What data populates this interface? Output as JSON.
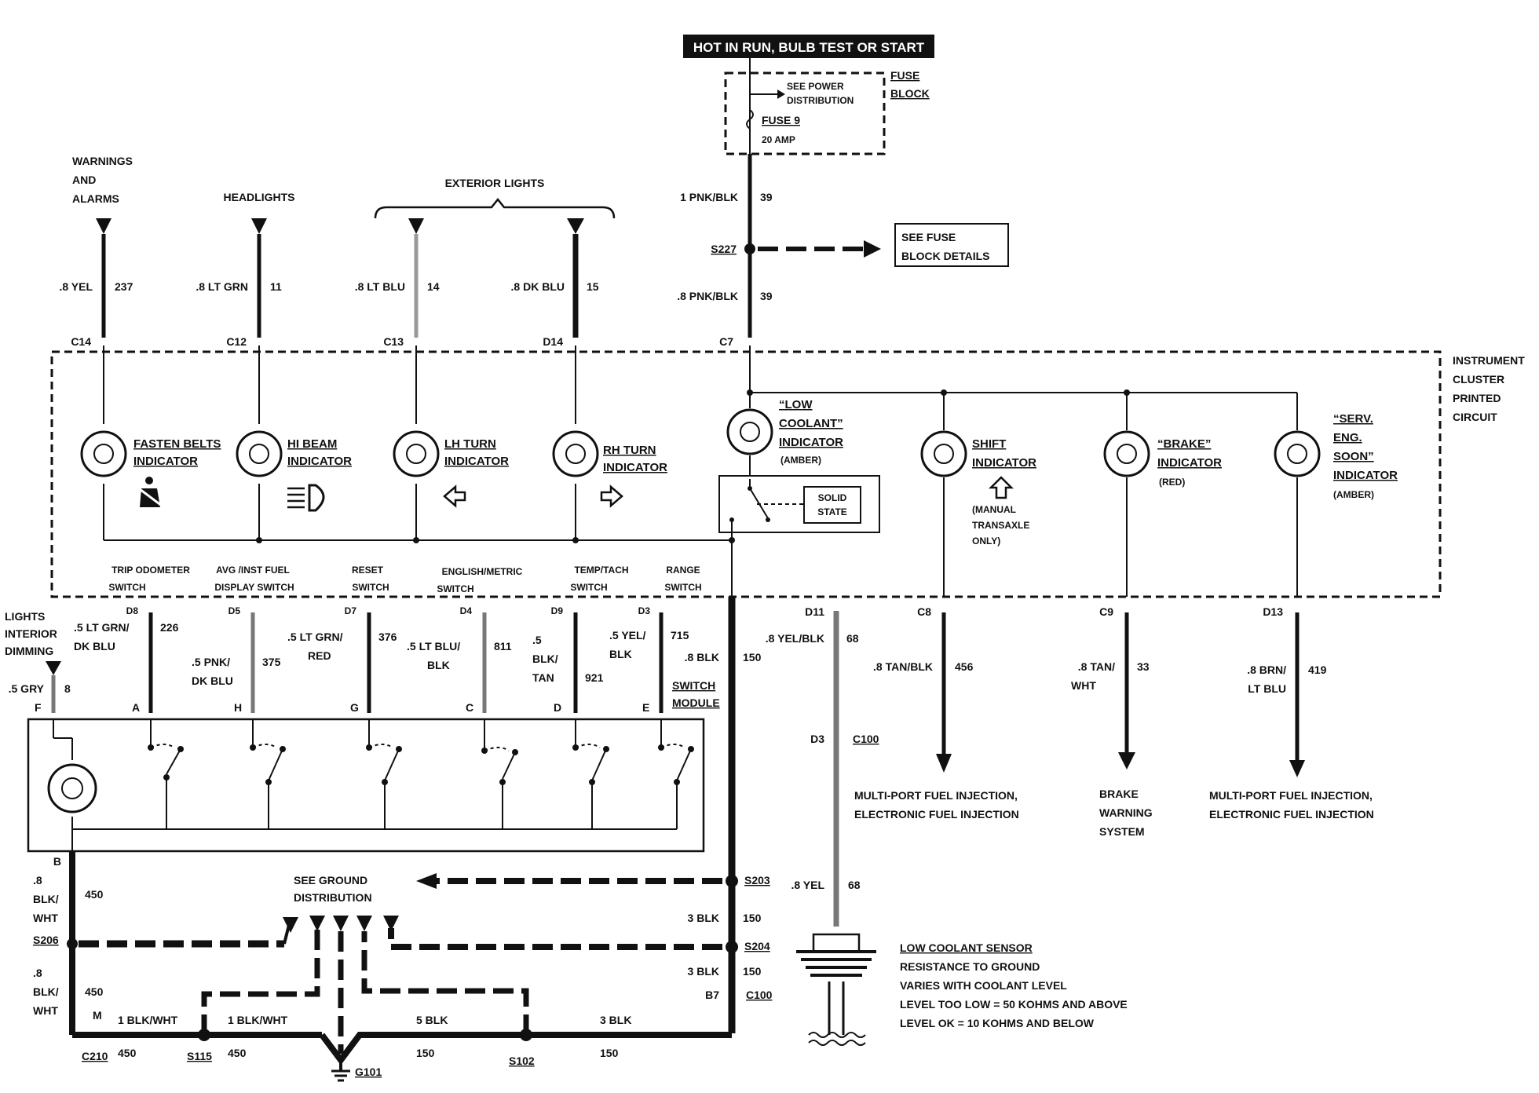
{
  "power": {
    "header": "HOT IN RUN, BULB TEST OR START",
    "fuse_block_label": [
      "FUSE",
      "BLOCK"
    ],
    "see_power": [
      "SEE POWER",
      "DISTRIBUTION"
    ],
    "fuse_name": "FUSE 9",
    "fuse_amp": "20 AMP",
    "wire_top": {
      "gauge": "1 PNK/BLK",
      "circuit": "39"
    },
    "splice": "S227",
    "see_fuse_details": [
      "SEE FUSE",
      "BLOCK DETAILS"
    ],
    "wire_bottom": {
      "gauge": ".8 PNK/BLK",
      "circuit": "39"
    },
    "connector": "C7"
  },
  "inputs": [
    {
      "title": [
        "WARNINGS",
        "AND",
        "ALARMS"
      ],
      "gauge": ".8 YEL",
      "circuit": "237",
      "connector": "C14"
    },
    {
      "title": [
        "HEADLIGHTS"
      ],
      "gauge": ".8 LT GRN",
      "circuit": "11",
      "connector": "C12"
    },
    {
      "title": [],
      "gauge": ".8 LT BLU",
      "circuit": "14",
      "connector": "C13"
    },
    {
      "title": [],
      "gauge": ".8 DK BLU",
      "circuit": "15",
      "connector": "D14"
    }
  ],
  "exterior_lights": "EXTERIOR LIGHTS",
  "cluster": {
    "label": [
      "INSTRUMENT",
      "CLUSTER",
      "PRINTED",
      "CIRCUIT"
    ],
    "indicators": [
      {
        "name": [
          "FASTEN BELTS",
          "INDICATOR"
        ],
        "sub": ""
      },
      {
        "name": [
          "HI BEAM",
          "INDICATOR"
        ],
        "sub": ""
      },
      {
        "name": [
          "LH TURN",
          "INDICATOR"
        ],
        "sub": ""
      },
      {
        "name": [
          "RH TURN",
          "INDICATOR"
        ],
        "sub": ""
      },
      {
        "name": [
          "“LOW",
          "COOLANT”",
          "INDICATOR"
        ],
        "sub": "(AMBER)"
      },
      {
        "name": [
          "SHIFT",
          "INDICATOR"
        ],
        "sub": "(MANUAL\nTRANSAXLE\nONLY)"
      },
      {
        "name": [
          "“BRAKE”",
          "INDICATOR"
        ],
        "sub": "(RED)"
      },
      {
        "name": [
          "“SERV.",
          "ENG.",
          "SOON”",
          "INDICATOR"
        ],
        "sub": "(AMBER)"
      }
    ],
    "solid_state": [
      "SOLID",
      "STATE"
    ],
    "switches": [
      [
        "TRIP ODOMETER",
        "SWITCH"
      ],
      [
        "AVG /INST FUEL",
        "DISPLAY SWITCH"
      ],
      [
        "RESET",
        "SWITCH"
      ],
      [
        "ENGLISH/METRIC",
        "SWITCH"
      ],
      [
        "TEMP/TACH",
        "SWITCH"
      ],
      [
        "RANGE",
        "SWITCH"
      ]
    ]
  },
  "switch_wires": [
    {
      "conn_top": "D8",
      "gauge": [
        ".5 LT GRN/",
        "DK BLU"
      ],
      "circuit": "226",
      "pin": "A"
    },
    {
      "conn_top": "D5",
      "gauge": [
        ".5 PNK/",
        "DK BLU"
      ],
      "circuit": "375",
      "pin": "H"
    },
    {
      "conn_top": "D7",
      "gauge": [
        ".5  LT GRN/",
        "RED"
      ],
      "circuit": "376",
      "pin": "G"
    },
    {
      "conn_top": "D4",
      "gauge": [
        ".5  LT BLU/",
        "BLK"
      ],
      "circuit": "811",
      "pin": "C"
    },
    {
      "conn_top": "D9",
      "gauge": [
        ".5",
        "BLK/",
        "TAN"
      ],
      "circuit": "921",
      "pin": "D"
    },
    {
      "conn_top": "D3",
      "gauge": [
        ".5 YEL/",
        "BLK"
      ],
      "circuit": "715",
      "pin": "E"
    }
  ],
  "dimming": {
    "title": [
      "LIGHTS",
      "INTERIOR",
      "DIMMING"
    ],
    "gauge": ".5 GRY",
    "circuit": "8",
    "pin": "F"
  },
  "switch_module": [
    "SWITCH",
    "MODULE"
  ],
  "ground_wire": {
    "gauge": ".8 BLK",
    "circuit": "150"
  },
  "right_outputs": [
    {
      "conn": "D11",
      "gauge": ".8 YEL/BLK",
      "circuit": "68"
    },
    {
      "conn": "C8",
      "gauge": ".8 TAN/BLK",
      "circuit": "456",
      "dest": [
        "MULTI-PORT FUEL INJECTION,",
        "ELECTRONIC FUEL INJECTION"
      ]
    },
    {
      "conn": "C9",
      "gauge": [
        ".8 TAN/",
        "WHT"
      ],
      "circuit": "33",
      "dest": [
        "BRAKE",
        "WARNING",
        "SYSTEM"
      ]
    },
    {
      "conn": "D13",
      "gauge": [
        ".8 BRN/",
        "LT BLU"
      ],
      "circuit": "419",
      "dest": [
        "MULTI-PORT FUEL INJECTION,",
        "ELECTRONIC FUEL INJECTION"
      ]
    }
  ],
  "coolant": {
    "c100_pin": "D3",
    "c100": "C100",
    "gauge": ".8 YEL",
    "circuit": "68",
    "sensor": [
      "LOW COOLANT SENSOR",
      "RESISTANCE TO GROUND",
      "VARIES WITH COOLANT LEVEL",
      "LEVEL TOO LOW = 50 KOHMS AND ABOVE",
      "LEVEL OK = 10 KOHMS AND BELOW"
    ]
  },
  "ground": {
    "see_ground": [
      "SEE GROUND",
      "DISTRIBUTION"
    ],
    "module_pin": "B",
    "w1": {
      "gauge": [
        ".8",
        "BLK/",
        "WHT"
      ],
      "circuit": "450"
    },
    "s206": "S206",
    "w2": {
      "gauge": [
        ".8",
        "BLK/",
        "WHT"
      ],
      "circuit": "450"
    },
    "m_pin": "M",
    "c210": "C210",
    "w3": {
      "gauge": "1 BLK/WHT",
      "circuit": "450"
    },
    "s115": "S115",
    "w4": {
      "gauge": "1 BLK/WHT",
      "circuit": "450"
    },
    "g101": "G101",
    "w5": {
      "gauge": "5 BLK",
      "circuit": "150"
    },
    "s102": "S102",
    "w6": {
      "gauge": "3 BLK",
      "circuit": "150"
    },
    "s203": "S203",
    "w7": {
      "gauge": "3 BLK",
      "circuit": "150"
    },
    "s204": "S204",
    "w8": {
      "gauge": "3 BLK",
      "circuit": "150"
    },
    "b7_pin": "B7",
    "b7_conn": "C100"
  }
}
